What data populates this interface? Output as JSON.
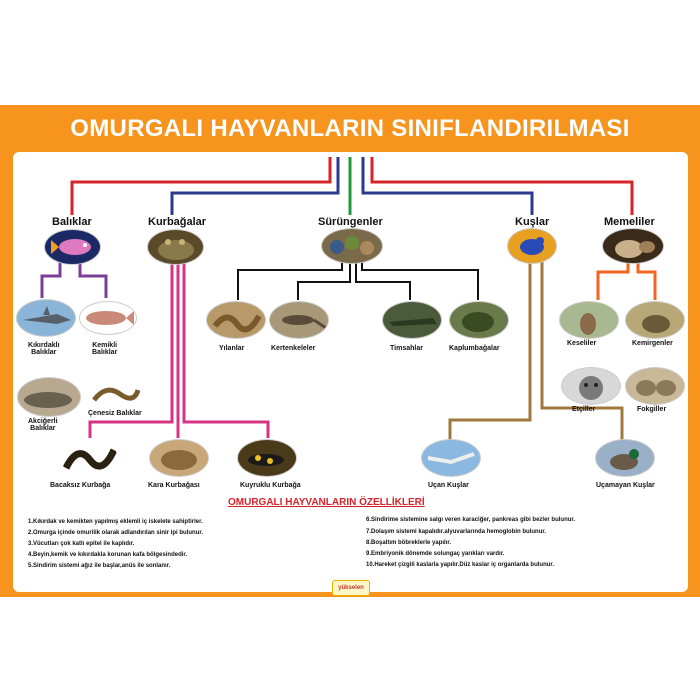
{
  "title": "OMURGALI HAYVANLARIN SINIFLANDIRILMASI",
  "colors": {
    "frame": "#f7941d",
    "red": "#d6232a",
    "blue": "#2b3a8f",
    "green": "#1e9a3d",
    "purple": "#7d3c98",
    "pink": "#d63384",
    "black": "#111111",
    "brown": "#a0783c",
    "orange": "#f26522"
  },
  "classes": {
    "baliklar": "Balıklar",
    "kurbagalar": "Kurbağalar",
    "surungenler": "Sürüngenler",
    "kuslar": "Kuşlar",
    "memeliler": "Memeliler"
  },
  "fish": {
    "kikirdakli": [
      "Kıkırdaklı",
      "Balıklar"
    ],
    "kemikli": [
      "Kemikli",
      "Balıklar"
    ],
    "akcigerli": [
      "Akciğerli",
      "Balıklar"
    ],
    "cenesiz": "Çenesiz Balıklar"
  },
  "reptiles": {
    "yilanlar": "Yılanlar",
    "kertenkeleler": "Kertenkeleler",
    "timsahlar": "Timsahlar",
    "kaplumbagalar": "Kaplumbağalar"
  },
  "mammals": {
    "keseliler": "Keseliler",
    "kemirgenler": "Kemirgenler",
    "etciller": "Etçiller",
    "fokgiller": "Fokgiller"
  },
  "amphibians": {
    "bacaksiz": "Bacaksız Kurbağa",
    "kara": "Kara Kurbağası",
    "kuyruklu": "Kuyruklu Kurbağa"
  },
  "birds": {
    "ucan": "Uçan Kuşlar",
    "ucamayan": "Uçamayan Kuşlar"
  },
  "features_title": "OMURGALI HAYVANLARIN ÖZELLİKLERİ",
  "features_left": [
    "1.Kıkırdak ve kemikten yapılmış eklemli iç iskelete sahiptirler.",
    "2.Omurga içinde omurilik olarak adlandırılan sinir ipi bulunur.",
    "3.Vücutları çok katlı epitel ile kaplıdır.",
    "4.Beyin,kemik ve kıkırdakla korunan kafa bölgesindedir.",
    "5.Sindirim sistemi ağız ile başlar,anüs ile sonlanır."
  ],
  "features_right": [
    "6.Sindirime sistemine salgı veren karaciğer, pankreas gibi bezler bulunur.",
    "7.Dolaşım sistemi kapalıdır.alyuvarlarında hemoglobin bulunur.",
    "8.Boşaltım böbreklerle yapılır.",
    "9.Embriyonik dönemde solungaç yarıkları vardır.",
    "10.Hareket çizgili kaslarla yapılır.Düz kaslar iç organlarda bulunur."
  ],
  "logo": "yükselen"
}
